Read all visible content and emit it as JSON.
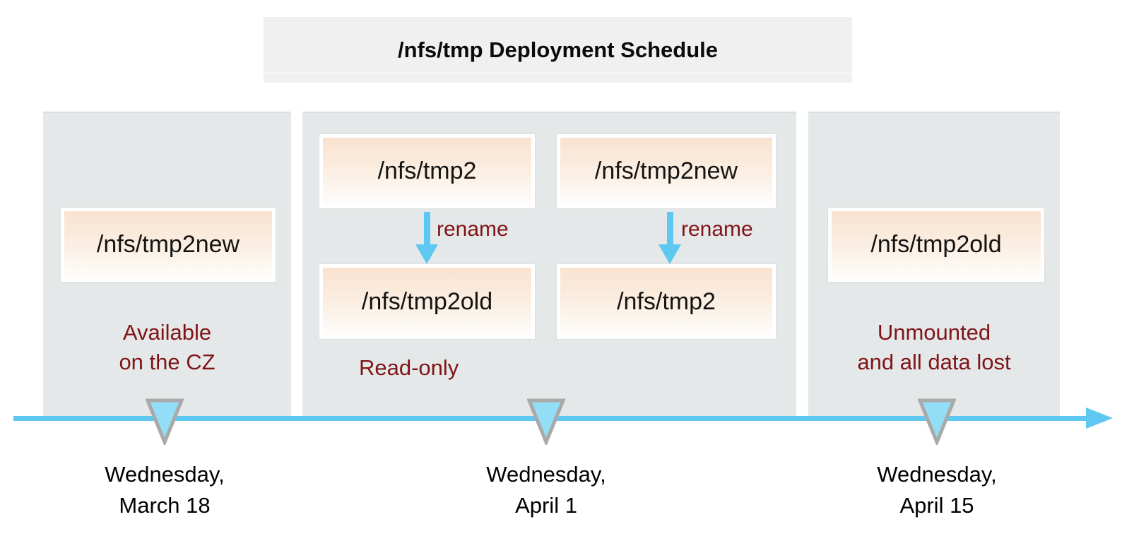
{
  "title": {
    "text": "/nfs/tmp Deployment Schedule"
  },
  "stage1": {
    "box": "/nfs/tmp2new",
    "note_line1": "Available",
    "note_line2": "on the CZ"
  },
  "stage2": {
    "left": {
      "from": "/nfs/tmp2",
      "action": "rename",
      "to": "/nfs/tmp2old"
    },
    "right": {
      "from": "/nfs/tmp2new",
      "action": "rename",
      "to": "/nfs/tmp2"
    },
    "note": "Read-only"
  },
  "stage3": {
    "box": "/nfs/tmp2old",
    "note_line1": "Unmounted",
    "note_line2": "and all data lost"
  },
  "timeline": {
    "markers": [
      {
        "date_line1": "Wednesday,",
        "date_line2": "March 18"
      },
      {
        "date_line1": "Wednesday,",
        "date_line2": "April 1"
      },
      {
        "date_line1": "Wednesday,",
        "date_line2": "April 15"
      }
    ]
  },
  "colors": {
    "timeline_blue": "#5ec8f2",
    "marker_fill": "#93def7",
    "marker_border": "#a9a9a9",
    "note_maroon": "#7f1416",
    "panel_gray": "#e5e8e9",
    "box_peach_top": "#f9e2cf",
    "title_bg": "#f0f0f1"
  }
}
